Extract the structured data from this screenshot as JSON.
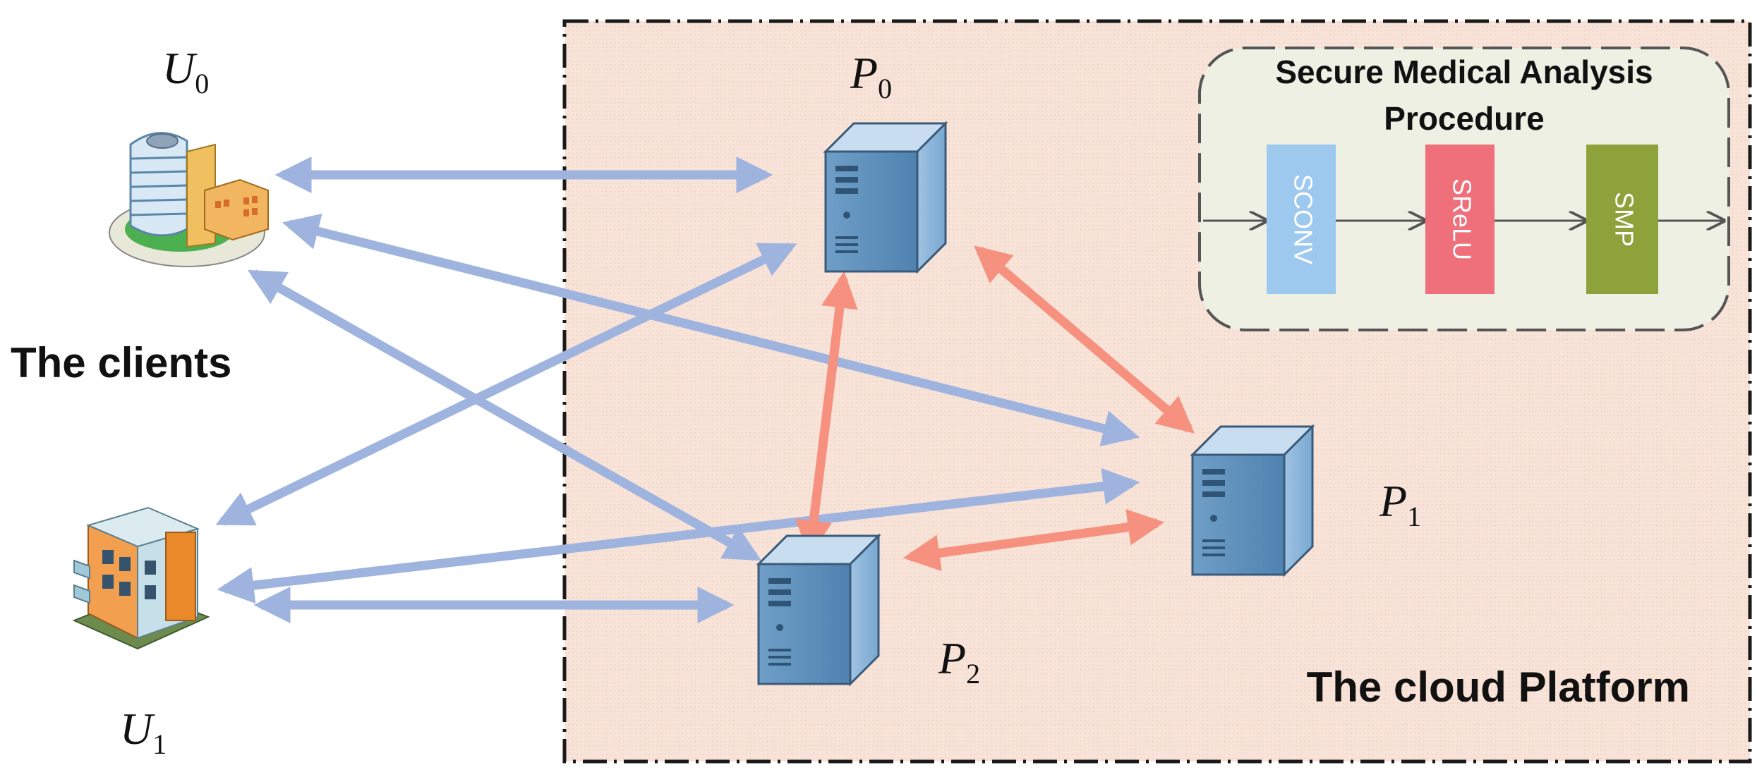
{
  "clients": {
    "title": "The clients",
    "u0": {
      "base": "U",
      "sub": "0"
    },
    "u1": {
      "base": "U",
      "sub": "1"
    }
  },
  "cloud": {
    "title": "The cloud Platform",
    "p0": {
      "base": "P",
      "sub": "0"
    },
    "p1": {
      "base": "P",
      "sub": "1"
    },
    "p2": {
      "base": "P",
      "sub": "2"
    }
  },
  "procedure": {
    "title_line1": "Secure Medical Analysis",
    "title_line2": "Procedure",
    "steps": [
      {
        "label": "SCONV",
        "color": "#9ec9ef"
      },
      {
        "label": "SReLU",
        "color": "#ef6f7a"
      },
      {
        "label": "SMP",
        "color": "#8ea23c"
      }
    ]
  },
  "colors": {
    "client_link": "#9fb3df",
    "server_link": "#f6917f",
    "cloud_fill": "#f8e2d6",
    "procedure_fill": "#eef0e4"
  }
}
